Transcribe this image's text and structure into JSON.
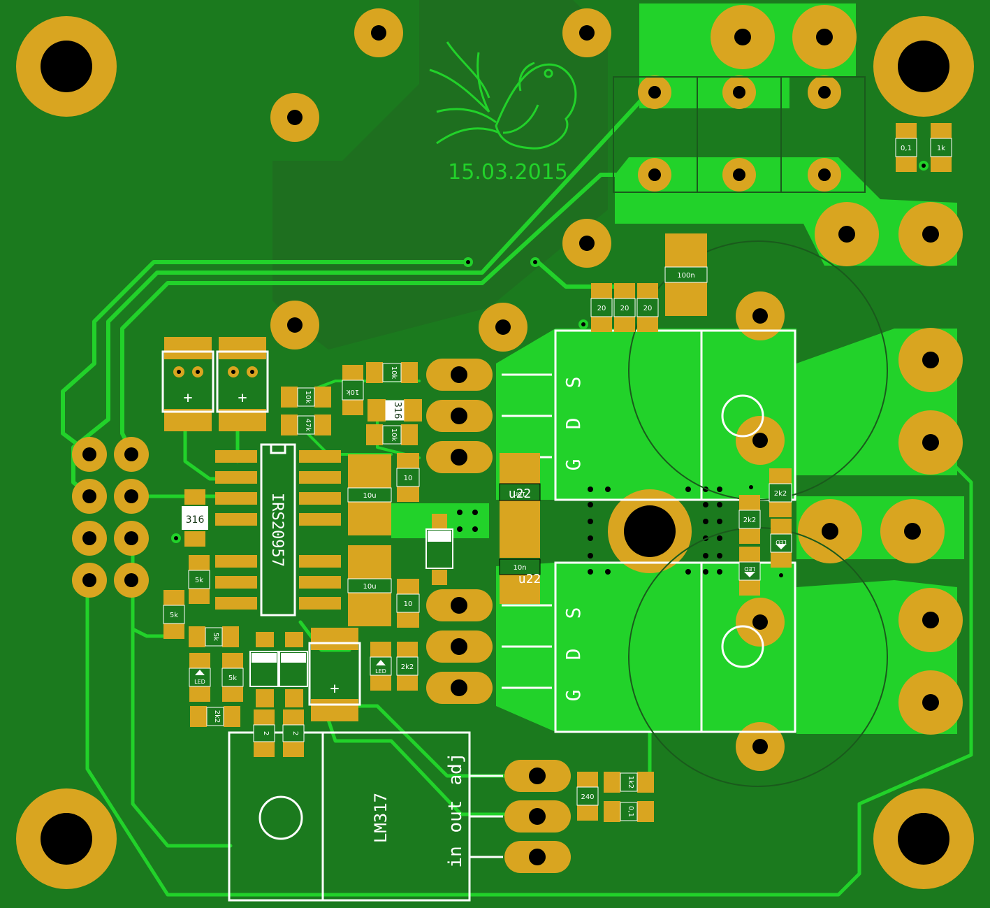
{
  "board": {
    "date_text": "15.03.2015",
    "ic_label": "IRS20957",
    "regulator_label": "LM317",
    "regulator_pins": {
      "in": "in",
      "out": "out",
      "adj": "adj"
    },
    "transistor_pin_labels": {
      "g": "G",
      "d": "D",
      "s": "S"
    }
  },
  "components": {
    "r_10k_a": "10k",
    "r_10k_b": "10k",
    "r_10k_c": "10k",
    "r_10k_d": "10k",
    "r_47k": "47k",
    "zener_316_a": "316",
    "zener_316_b": "316",
    "r_10_a": "10",
    "r_10_b": "10",
    "c_10u_a": "10u",
    "c_10u_b": "10u",
    "r_5k_a": "5k",
    "r_5k_b": "5k",
    "r_5k_c": "5k",
    "r_5k_d": "5k",
    "r_2k2_a": "2k2",
    "r_2k2_b": "2k2",
    "r_2k2_c": "2k2",
    "r_2k2_d": "2k2",
    "led_a": "LED",
    "led_b": "LED",
    "led_c": "LED",
    "led_d": "LED",
    "r_20_a": "20",
    "r_20_b": "20",
    "r_20_c": "20",
    "c_100n": "100n",
    "c_022_a": "u22",
    "c_022_b": "u22",
    "c_10n_a": "10n",
    "c_10n_b": "10n",
    "c_01_a": "0,1",
    "r_1k": "1k",
    "r_240": "240",
    "r_1k2": "1k2",
    "c_01_b": "0,1",
    "r_2_a": "2",
    "r_2_b": "2"
  },
  "colors": {
    "board": "#1b7a1e",
    "copper_fill": "#22d22a",
    "pad": "#d9a520",
    "drill": "#000000",
    "silkscreen": "#ffffff"
  }
}
